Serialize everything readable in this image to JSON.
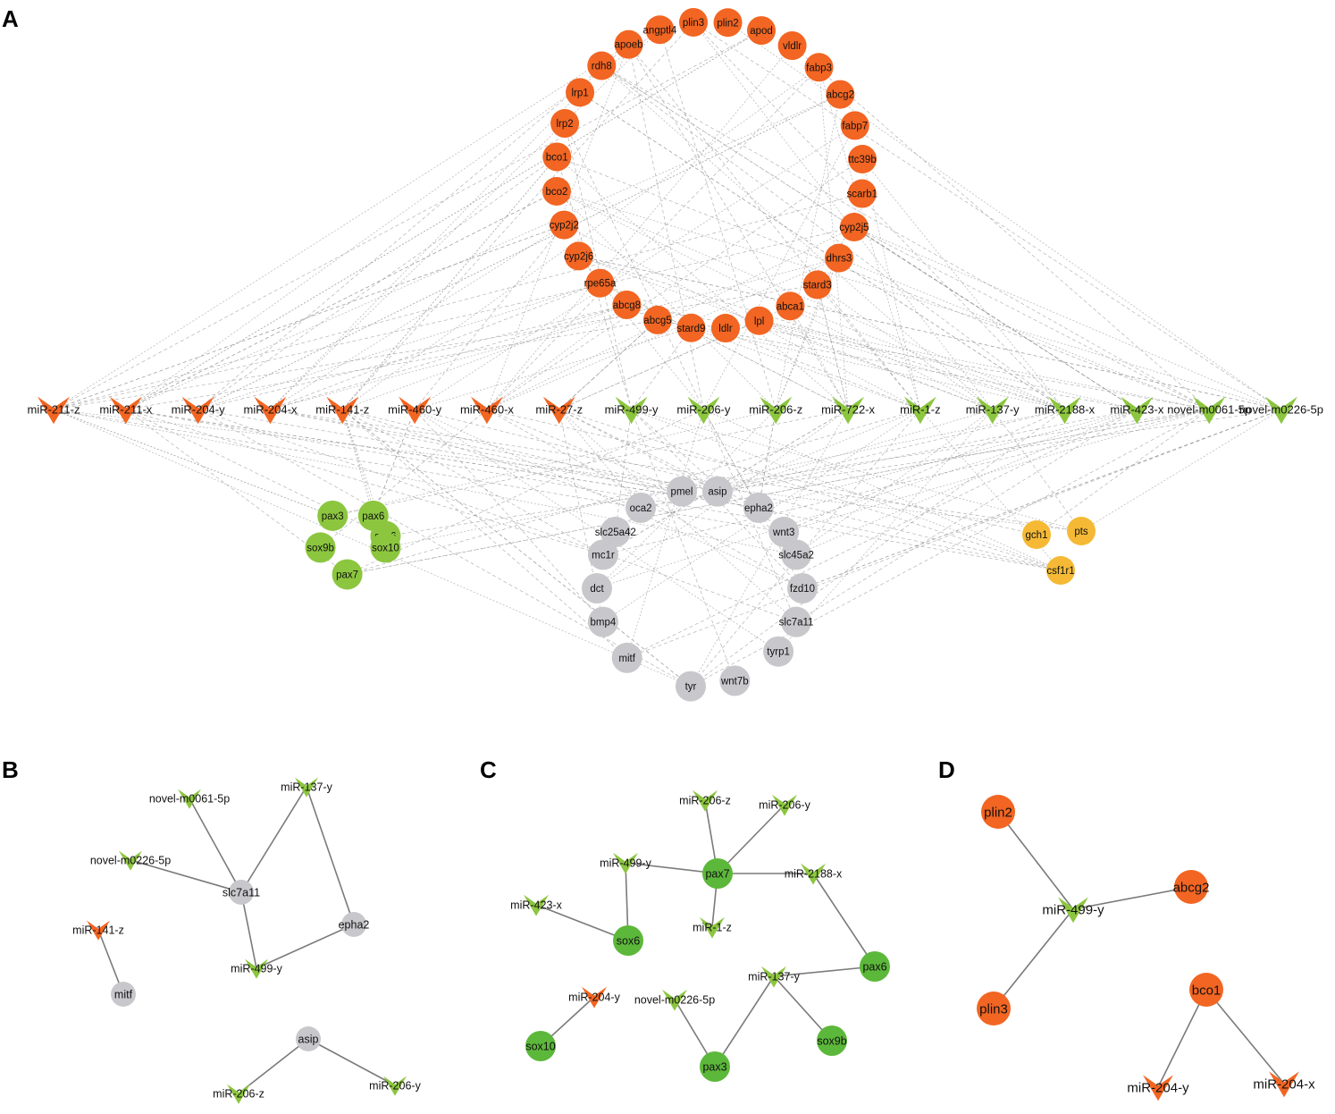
{
  "colors": {
    "orange": "#f26522",
    "green": "#8cc63f",
    "dark_green": "#5cb83a",
    "gray": "#c8c8cc",
    "yellow": "#f5b935",
    "edge": "#9a9a9a"
  },
  "panels": {
    "A": {
      "letter": "A",
      "genes_lipid": [
        "plin3",
        "plin2",
        "apod",
        "vldlr",
        "fabp3",
        "abcg2",
        "fabp7",
        "ttc39b",
        "scarb1",
        "cyp2j5",
        "dhrs3",
        "stard3",
        "abca1",
        "lpl",
        "ldlr",
        "stard9",
        "abcg5",
        "abcg8",
        "rpe65a",
        "cyp2j6",
        "cyp2j2",
        "bco2",
        "bco1",
        "lrp2",
        "lrp1",
        "rdh8",
        "apoeb",
        "angptl4"
      ],
      "mirnas": [
        {
          "label": "miR-211-z",
          "color": "orange"
        },
        {
          "label": "miR-211-x",
          "color": "orange"
        },
        {
          "label": "miR-204-y",
          "color": "orange"
        },
        {
          "label": "miR-204-x",
          "color": "orange"
        },
        {
          "label": "miR-141-z",
          "color": "orange"
        },
        {
          "label": "miR-460-y",
          "color": "orange"
        },
        {
          "label": "miR-460-x",
          "color": "orange"
        },
        {
          "label": "miR-27-z",
          "color": "orange"
        },
        {
          "label": "miR-499-y",
          "color": "green"
        },
        {
          "label": "miR-206-y",
          "color": "green"
        },
        {
          "label": "miR-206-z",
          "color": "green"
        },
        {
          "label": "miR-722-x",
          "color": "green"
        },
        {
          "label": "miR-1-z",
          "color": "green"
        },
        {
          "label": "miR-137-y",
          "color": "green"
        },
        {
          "label": "miR-2188-x",
          "color": "green"
        },
        {
          "label": "miR-423-x",
          "color": "green"
        },
        {
          "label": "novel-m0061-5p",
          "color": "green"
        },
        {
          "label": "novel-m0226-5p",
          "color": "green"
        }
      ],
      "genes_green": [
        "pax6",
        "pax3",
        "sox6",
        "sox9b",
        "sox10",
        "pax7"
      ],
      "genes_gray": [
        "pmel",
        "asip",
        "oca2",
        "epha2",
        "slc25a42",
        "wnt3",
        "slc45a2",
        "mc1r",
        "fzd10",
        "dct",
        "slc7a11",
        "bmp4",
        "tyrp1",
        "mitf",
        "tyr",
        "wnt7b"
      ],
      "genes_yellow": [
        "gch1",
        "pts",
        "csf1r1"
      ]
    },
    "B": {
      "letter": "B",
      "nodes": [
        {
          "id": "novel-m0061-5p",
          "kind": "mir",
          "color": "green"
        },
        {
          "id": "miR-137-y",
          "kind": "mir",
          "color": "green"
        },
        {
          "id": "novel-m0226-5p",
          "kind": "mir",
          "color": "green"
        },
        {
          "id": "slc7a11",
          "kind": "gene",
          "color": "gray"
        },
        {
          "id": "epha2",
          "kind": "gene",
          "color": "gray"
        },
        {
          "id": "miR-141-z",
          "kind": "mir",
          "color": "orange"
        },
        {
          "id": "miR-499-y",
          "kind": "mir",
          "color": "green"
        },
        {
          "id": "mitf",
          "kind": "gene",
          "color": "gray"
        },
        {
          "id": "asip",
          "kind": "gene",
          "color": "gray"
        },
        {
          "id": "miR-206-z",
          "kind": "mir",
          "color": "green"
        },
        {
          "id": "miR-206-y",
          "kind": "mir",
          "color": "green"
        }
      ],
      "edges": [
        [
          "novel-m0061-5p",
          "slc7a11"
        ],
        [
          "miR-137-y",
          "slc7a11"
        ],
        [
          "novel-m0226-5p",
          "slc7a11"
        ],
        [
          "miR-137-y",
          "epha2"
        ],
        [
          "slc7a11",
          "miR-499-y"
        ],
        [
          "miR-499-y",
          "epha2"
        ],
        [
          "miR-141-z",
          "mitf"
        ],
        [
          "asip",
          "miR-206-z"
        ],
        [
          "asip",
          "miR-206-y"
        ]
      ]
    },
    "C": {
      "letter": "C",
      "nodes": [
        {
          "id": "miR-206-z",
          "kind": "mir",
          "color": "green"
        },
        {
          "id": "miR-206-y",
          "kind": "mir",
          "color": "green"
        },
        {
          "id": "miR-499-y",
          "kind": "mir",
          "color": "green"
        },
        {
          "id": "pax7",
          "kind": "gene",
          "color": "dark_green"
        },
        {
          "id": "miR-2188-x",
          "kind": "mir",
          "color": "green"
        },
        {
          "id": "miR-423-x",
          "kind": "mir",
          "color": "green"
        },
        {
          "id": "sox6",
          "kind": "gene",
          "color": "dark_green"
        },
        {
          "id": "miR-1-z",
          "kind": "mir",
          "color": "green"
        },
        {
          "id": "pax6",
          "kind": "gene",
          "color": "dark_green"
        },
        {
          "id": "miR-204-y",
          "kind": "mir",
          "color": "orange"
        },
        {
          "id": "novel-m0226-5p",
          "kind": "mir",
          "color": "green"
        },
        {
          "id": "miR-137-y",
          "kind": "mir",
          "color": "green"
        },
        {
          "id": "sox10",
          "kind": "gene",
          "color": "dark_green"
        },
        {
          "id": "sox9b",
          "kind": "gene",
          "color": "dark_green"
        },
        {
          "id": "pax3",
          "kind": "gene",
          "color": "dark_green"
        }
      ],
      "edges": [
        [
          "miR-206-z",
          "pax7"
        ],
        [
          "miR-206-y",
          "pax7"
        ],
        [
          "miR-499-y",
          "pax7"
        ],
        [
          "miR-2188-x",
          "pax7"
        ],
        [
          "pax7",
          "miR-1-z"
        ],
        [
          "miR-499-y",
          "sox6"
        ],
        [
          "miR-423-x",
          "sox6"
        ],
        [
          "miR-2188-x",
          "pax6"
        ],
        [
          "miR-137-y",
          "pax6"
        ],
        [
          "miR-137-y",
          "sox9b"
        ],
        [
          "miR-137-y",
          "pax3"
        ],
        [
          "novel-m0226-5p",
          "pax3"
        ],
        [
          "miR-204-y",
          "sox10"
        ]
      ]
    },
    "D": {
      "letter": "D",
      "nodes": [
        {
          "id": "plin2",
          "kind": "gene",
          "color": "orange"
        },
        {
          "id": "abcg2",
          "kind": "gene",
          "color": "orange"
        },
        {
          "id": "miR-499-y",
          "kind": "mir",
          "color": "green"
        },
        {
          "id": "plin3",
          "kind": "gene",
          "color": "orange"
        },
        {
          "id": "bco1",
          "kind": "gene",
          "color": "orange"
        },
        {
          "id": "miR-204-y",
          "kind": "mir",
          "color": "orange"
        },
        {
          "id": "miR-204-x",
          "kind": "mir",
          "color": "orange"
        }
      ],
      "edges": [
        [
          "plin2",
          "miR-499-y"
        ],
        [
          "abcg2",
          "miR-499-y"
        ],
        [
          "plin3",
          "miR-499-y"
        ],
        [
          "bco1",
          "miR-204-y"
        ],
        [
          "bco1",
          "miR-204-x"
        ]
      ]
    }
  }
}
